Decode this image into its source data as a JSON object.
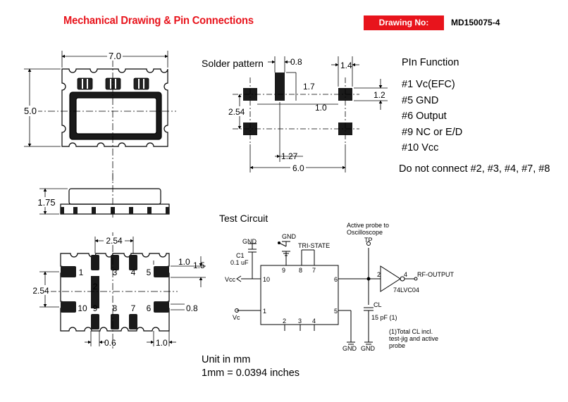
{
  "header": {
    "title": "Mechanical Drawing & Pin Connections",
    "drawing_no_label": "Drawing No:",
    "drawing_no": "MD150075-4"
  },
  "package": {
    "width": "7.0",
    "height": "5.0",
    "thickness": "1.75"
  },
  "solder_pattern": {
    "title": "Solder pattern",
    "dims": {
      "pad_width": "0.8",
      "pad_length": "1.7",
      "outer_pad": "1.4",
      "pad_height": "1.2",
      "gap": "1.0",
      "row_pitch": "2.54",
      "offset": "1.27",
      "overall": "6.0"
    }
  },
  "pin_function": {
    "title": "PIn Function",
    "items": [
      "#1 Vc(EFC)",
      "#5 GND",
      "#6 Output",
      "#9 NC or E/D",
      "#10 Vcc"
    ],
    "note": "Do not connect #2, #3, #4, #7, #8"
  },
  "bottom_view": {
    "pitch": "2.54",
    "row_pitch": "2.54",
    "pad_w": "1.0",
    "pad_h": "1.5",
    "pad_small": "0.8",
    "pad_bottom_w": "0.6",
    "pad_bottom_gap": "1.0",
    "pins": {
      "p1": "1",
      "p2": "2",
      "p3": "3",
      "p4": "4",
      "p5": "5",
      "p6": "6",
      "p7": "7",
      "p8": "8",
      "p9": "9",
      "p10": "10"
    }
  },
  "test_circuit": {
    "title": "Test Circuit",
    "gnd_top": "GND",
    "gnd_pin": "GND",
    "tristate": "TRI-STATE",
    "c1": "C1",
    "c1_value": "0.1 uF",
    "vcc": "Vcc",
    "vc": "Vc",
    "probe_line1": "Active probe to",
    "probe_line2": "Oscilloscope",
    "tp": "TP",
    "cl": "CL",
    "cl_value": "15 pF (1)",
    "rf_output": "RF-OUTPUT",
    "buffer": "74LVC04",
    "buf_in": "2",
    "buf_out": "4",
    "gnd1": "GND",
    "gnd2": "GND",
    "note_line1": "(1)Total CL incl.",
    "note_line2": "test-jig and active",
    "note_line3": "probe",
    "pins": {
      "p9": "9",
      "p8": "8",
      "p7": "7",
      "p10": "10",
      "p6": "6",
      "p1": "1",
      "p5": "5",
      "p2": "2",
      "p3": "3",
      "p4": "4"
    }
  },
  "units": {
    "line1": "Unit in mm",
    "line2": "1mm = 0.0394 inches"
  }
}
